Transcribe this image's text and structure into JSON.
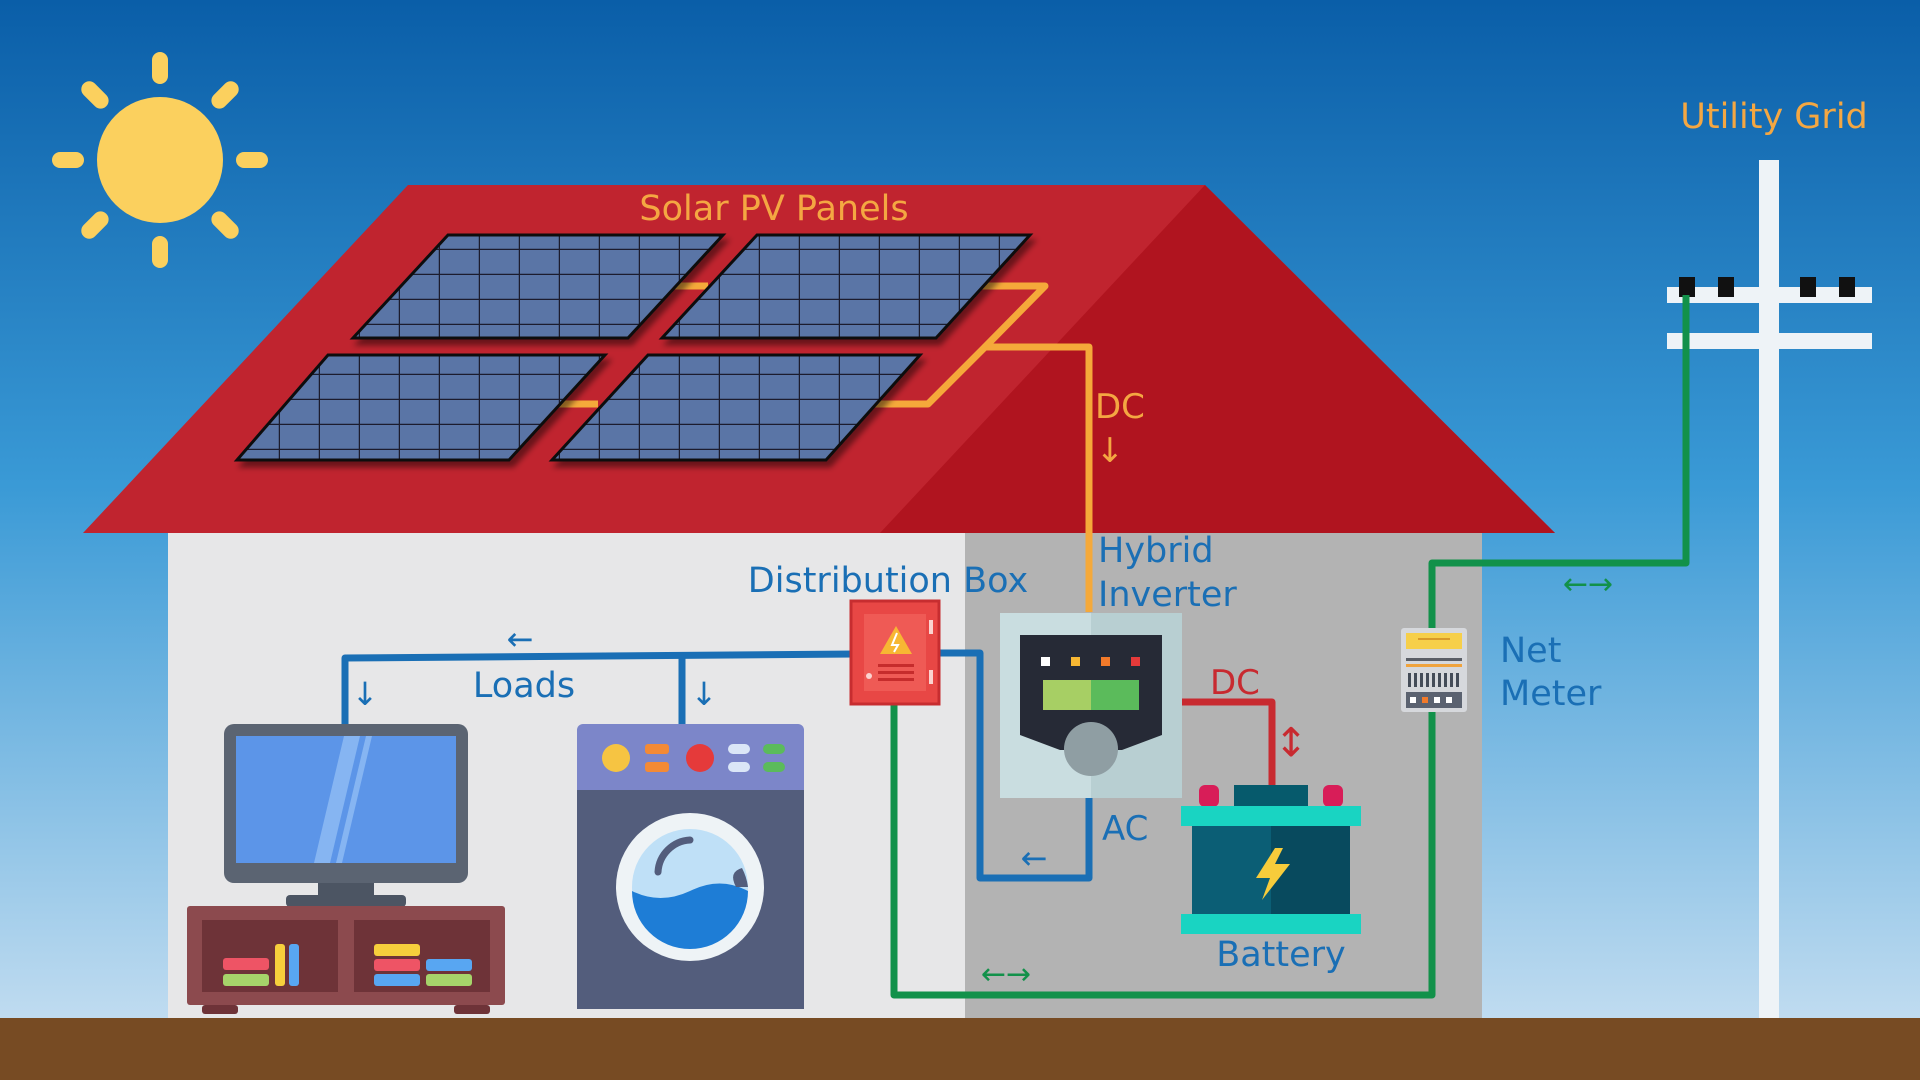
{
  "labels": {
    "solar_panels": "Solar PV Panels",
    "utility_grid": "Utility Grid",
    "dc_top": "DC",
    "arrow_down": "↓",
    "hybrid_line1": "Hybrid",
    "hybrid_line2": "Inverter",
    "distribution_box": "Distribution Box",
    "loads": "Loads",
    "arrow_left": "←",
    "dc_battery": "DC",
    "arrow_updown": "↕",
    "ac": "AC",
    "battery": "Battery",
    "net_meter_line1": "Net",
    "net_meter_line2": "Meter",
    "arrow_bidir": "←→"
  },
  "icons": {
    "sun": "sun-icon",
    "tv": "television-icon",
    "washer": "washing-machine-icon",
    "battery": "battery-icon",
    "inverter": "inverter-icon",
    "distribution_box": "distribution-box-icon",
    "net_meter": "net-meter-icon",
    "pole": "utility-pole-icon"
  },
  "colors": {
    "sky_top": "#0a5ea8",
    "sky_bottom": "#cfe3f3",
    "roof": "#c0242f",
    "wall_left": "#e7e7e8",
    "wall_right": "#b3b3b3",
    "ground": "#774b23",
    "label_orange": "#f4a742",
    "label_blue": "#1a6fb5",
    "label_red": "#c82a30",
    "dc_wire": "#f5a93a",
    "ac_wire": "#1a6fb5",
    "grid_wire": "#12914a",
    "battery_wire": "#c82a30"
  }
}
